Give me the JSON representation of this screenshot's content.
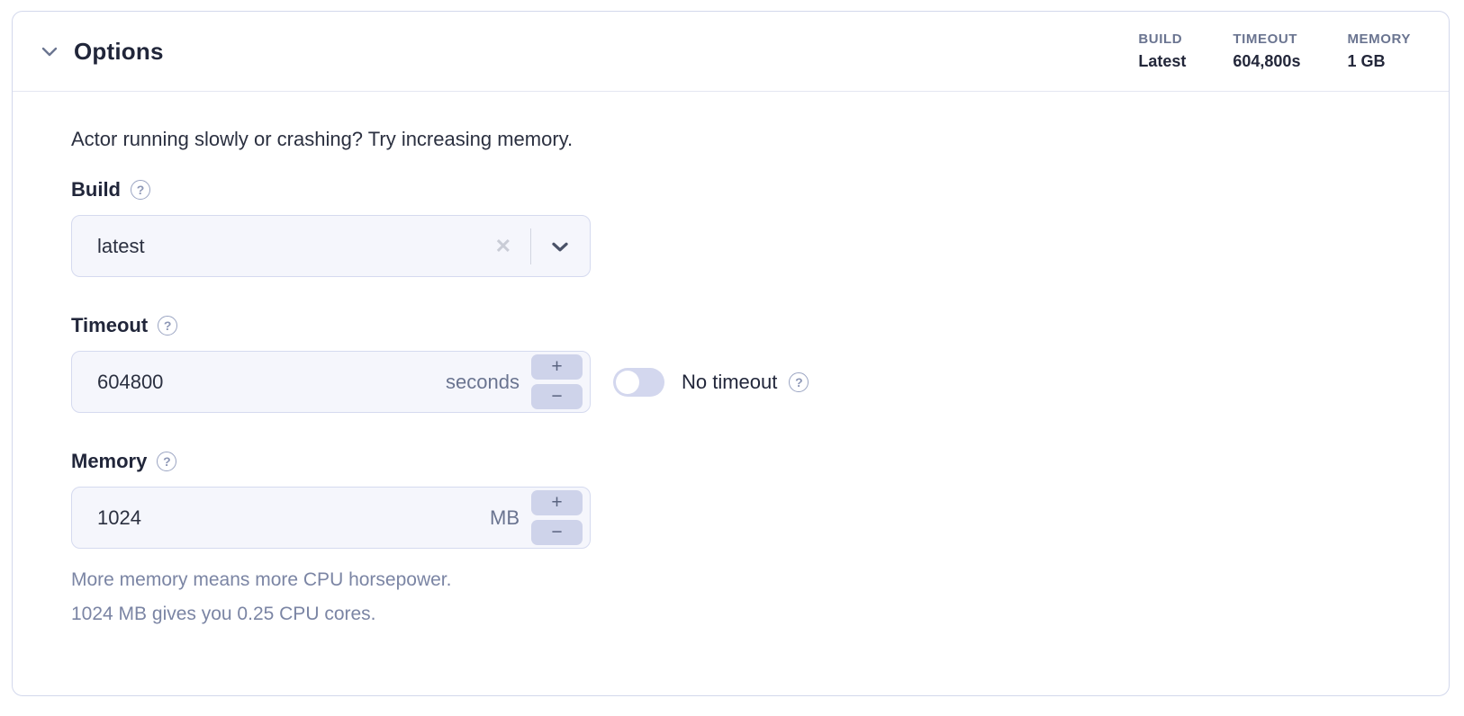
{
  "header": {
    "title": "Options",
    "stats": [
      {
        "label": "BUILD",
        "value": "Latest"
      },
      {
        "label": "TIMEOUT",
        "value": "604,800s"
      },
      {
        "label": "MEMORY",
        "value": "1 GB"
      }
    ]
  },
  "body": {
    "intro": "Actor running slowly or crashing? Try increasing memory.",
    "build": {
      "label": "Build",
      "value": "latest"
    },
    "timeout": {
      "label": "Timeout",
      "value": "604800",
      "unit": "seconds",
      "toggle_label": "No timeout",
      "toggle_state": "off"
    },
    "memory": {
      "label": "Memory",
      "value": "1024",
      "unit": "MB",
      "helper_line1": "More memory means more CPU horsepower.",
      "helper_line2": "1024 MB gives you 0.25 CPU cores."
    },
    "stepper": {
      "plus": "+",
      "minus": "−"
    }
  },
  "icons": {
    "help": "?",
    "clear": "✕"
  },
  "colors": {
    "panel_border": "#d3d8ec",
    "header_divider": "#e4e7f2",
    "text_dark": "#21263a",
    "text_slate": "#6a7490",
    "text_helper": "#7b85a4",
    "field_bg": "#f5f6fc",
    "field_border": "#d5daef",
    "stepper_bg": "#ced3ea",
    "toggle_track": "#d3d7ee"
  }
}
